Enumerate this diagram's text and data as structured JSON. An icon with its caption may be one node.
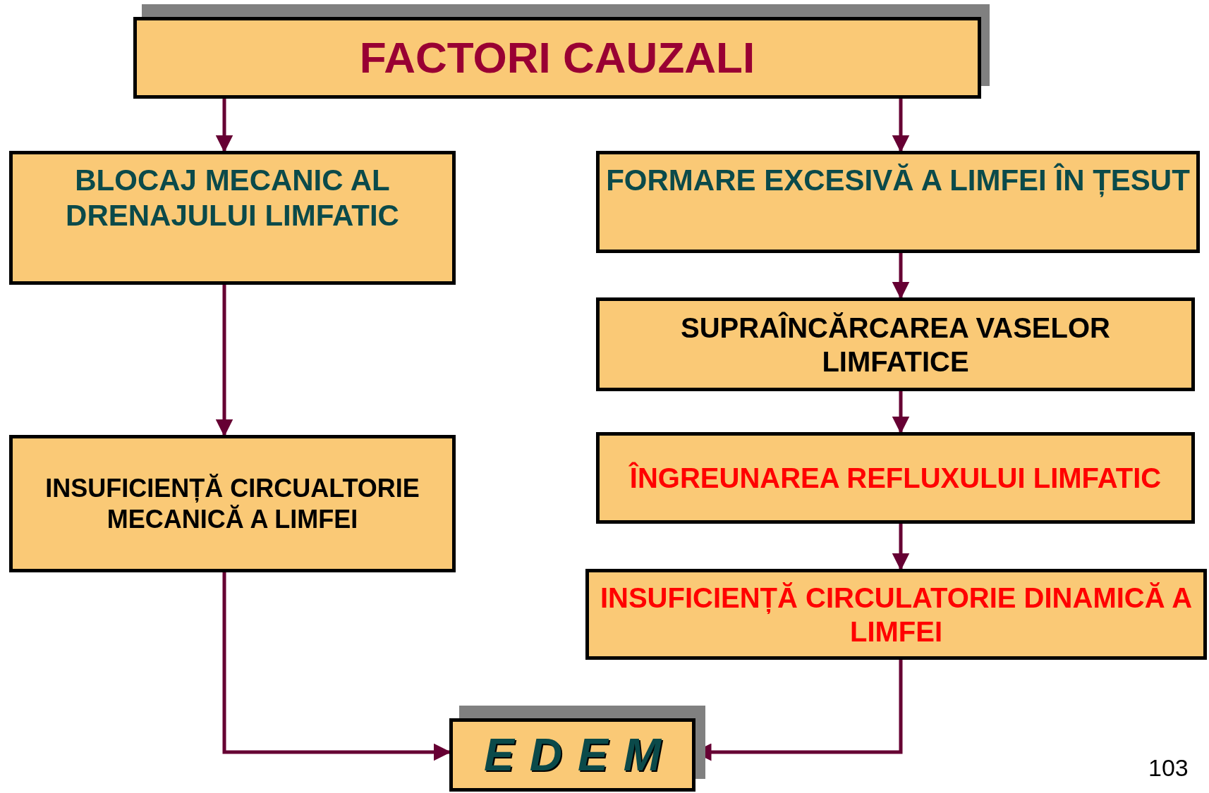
{
  "diagram": {
    "nodes": [
      {
        "text": [
          "FACTORI CAUZALI"
        ]
      },
      {
        "text": [
          "BLOCAJ MECANIC AL DRENAJULUI LIMFATIC"
        ]
      },
      {
        "text": [
          "FORMARE EXCESIVĂ A LIMFEI ÎN ȚESUT"
        ]
      },
      {
        "text": [
          "SUPRAÎNCĂRCAREA VASELOR LIMFATICE"
        ]
      },
      {
        "text": [
          "ÎNGREUNAREA REFLUXULUI LIMFATIC"
        ]
      },
      {
        "text": [
          "INSUFICIENȚĂ CIRCUALTORIE MECANICĂ A LIMFEI"
        ]
      },
      {
        "text": [
          "INSUFICIENȚĂ CIRCULATORIE DINAMICĂ A LIMFEI"
        ]
      },
      {
        "text": [
          "EDEM"
        ]
      }
    ],
    "edges": [
      {
        "from": 0,
        "to": 1,
        "arrow": "to"
      },
      {
        "from": 0,
        "to": 2,
        "arrow": "to"
      },
      {
        "from": 1,
        "to": 5,
        "arrow": "to"
      },
      {
        "from": 2,
        "to": 3,
        "arrow": "to"
      },
      {
        "from": 3,
        "to": 4,
        "arrow": "to"
      },
      {
        "from": 4,
        "to": 6,
        "arrow": "to"
      },
      {
        "from": 5,
        "to": 7,
        "arrow": "to"
      },
      {
        "from": 6,
        "to": 7,
        "arrow": "to"
      }
    ],
    "labels": [
      "103"
    ]
  }
}
